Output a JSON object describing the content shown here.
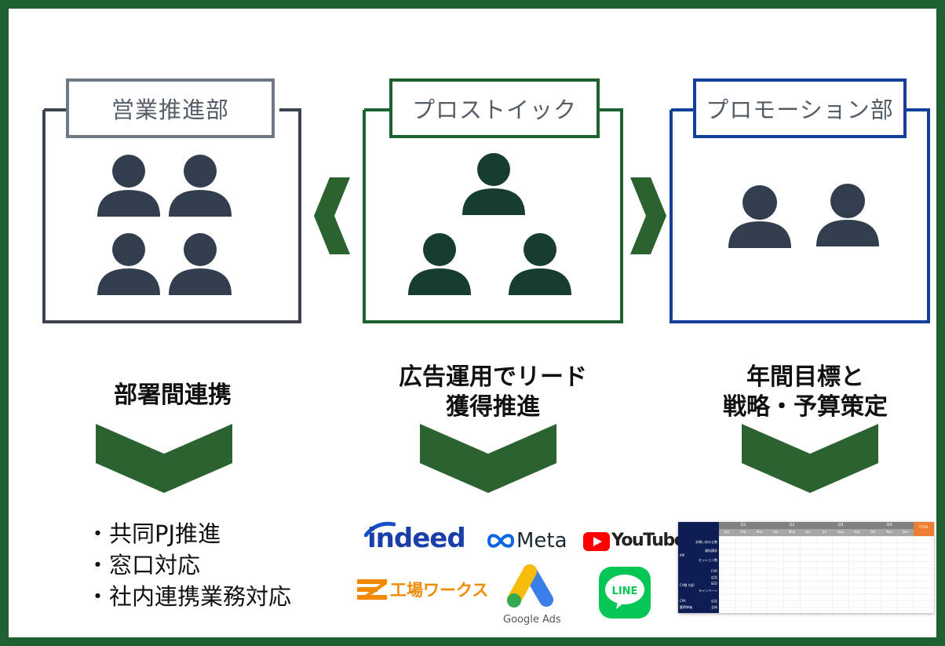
{
  "colors": {
    "frame": "#1f6130",
    "sales": "#3d4450",
    "center": "#1f6130",
    "promo": "#12409a",
    "person_slate": "#323d4e",
    "person_green": "#173d2f",
    "chevron": "#2a6330"
  },
  "departments": {
    "sales": {
      "label": "営業推進部"
    },
    "center": {
      "label": "プロストイック"
    },
    "promo": {
      "label": "プロモーション部"
    }
  },
  "tasks": {
    "sales": {
      "title": "部署間連携"
    },
    "center": {
      "title_line1": "広告運用でリード",
      "title_line2": "獲得推進"
    },
    "promo": {
      "title_line1": "年間目標と",
      "title_line2": "戦略・予算策定"
    }
  },
  "bullets": [
    "・共同PJ推進",
    "・窓口対応",
    "・社内連携業務対応"
  ],
  "logos": {
    "indeed": "indeed",
    "meta": "Meta",
    "youtube": "YouTube",
    "kojo": "工場ワークス",
    "google_ads": "Google Ads",
    "line": "LINE"
  },
  "table": {
    "quarters": [
      "Q1",
      "Q2",
      "Q3",
      "Q4"
    ],
    "months": [
      "Jan",
      "Feb",
      "Mar",
      "Apr",
      "May",
      "Jun",
      "Jul",
      "Aug",
      "Sep",
      "Oct",
      "Nov",
      "Dec"
    ],
    "total": "TOTAL",
    "row_labels": [
      "お問い合わせ数",
      "資料請求",
      "セッション数",
      "CVR",
      "広告",
      "SEO",
      "キャンペーン",
      "広告",
      "全体"
    ],
    "groups": [
      "KPI",
      "CV数 内訳",
      "CPA",
      "獲得単価"
    ]
  }
}
